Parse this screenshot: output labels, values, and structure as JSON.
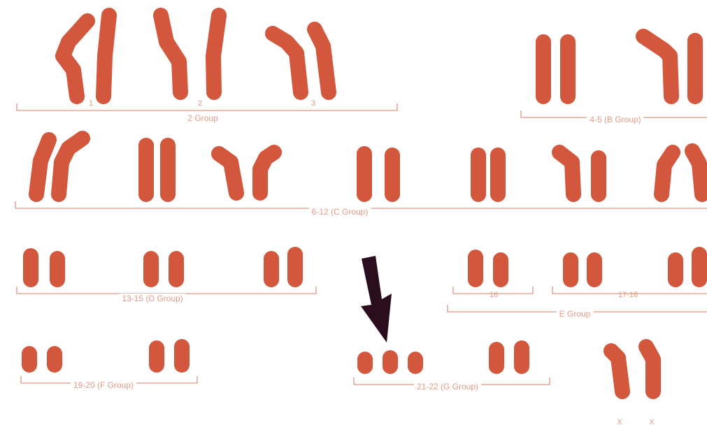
{
  "colors": {
    "chromosome": "#d2573c",
    "bracket": "#e8a898",
    "label": "#e39a86",
    "arrow": "#2a0e1e"
  },
  "groups": {
    "a": "2 Group",
    "b": "4-5 (B Group)",
    "c": "6-12 (C Group)",
    "d": "13-15 (D Group)",
    "e": "E Group",
    "f": "19-20 (F Group)",
    "g": "21-22 (G Group)"
  },
  "numbers": {
    "n1": "1",
    "n2": "2",
    "n3": "3",
    "n16": "16",
    "n1718": "17-18",
    "x1": "X",
    "x2": "X"
  },
  "icons": {
    "pointer": "arrow-icon"
  }
}
